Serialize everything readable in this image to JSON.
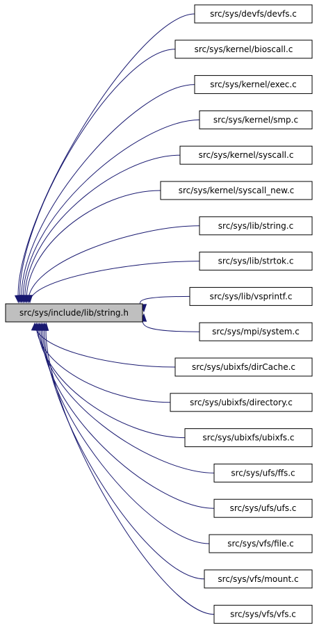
{
  "graph": {
    "source": {
      "label": "src/sys/include/lib/string.h",
      "fill": "#bfbfbf"
    },
    "targets": [
      "src/sys/devfs/devfs.c",
      "src/sys/kernel/bioscall.c",
      "src/sys/kernel/exec.c",
      "src/sys/kernel/smp.c",
      "src/sys/kernel/syscall.c",
      "src/sys/kernel/syscall_new.c",
      "src/sys/lib/string.c",
      "src/sys/lib/strtok.c",
      "src/sys/lib/vsprintf.c",
      "src/sys/mpi/system.c",
      "src/sys/ubixfs/dirCache.c",
      "src/sys/ubixfs/directory.c",
      "src/sys/ubixfs/ubixfs.c",
      "src/sys/ufs/ffs.c",
      "src/sys/ufs/ufs.c",
      "src/sys/vfs/file.c",
      "src/sys/vfs/mount.c",
      "src/sys/vfs/vfs.c"
    ],
    "edge_color": "#191970",
    "target_fill": "#ffffff"
  }
}
